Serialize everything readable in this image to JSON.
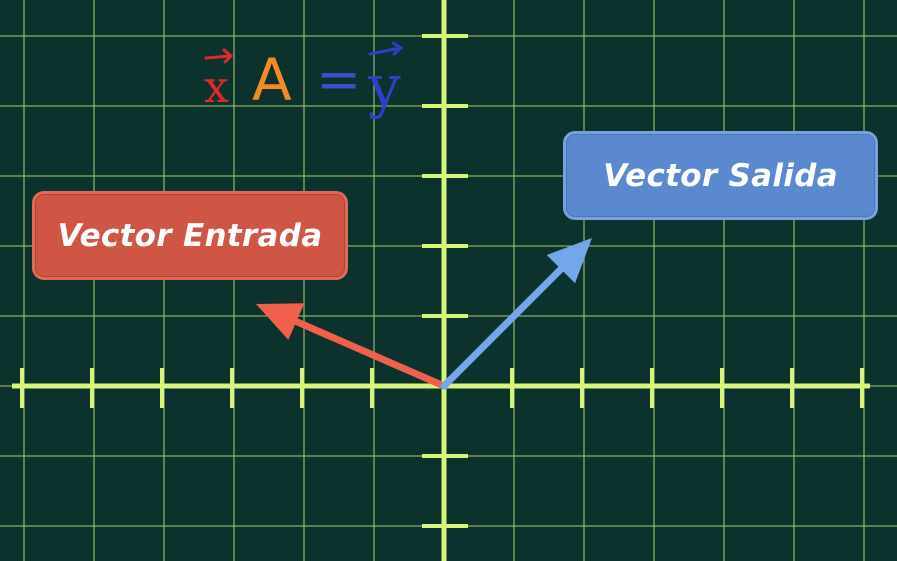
{
  "labels": {
    "input_vector": "Vector Entrada",
    "output_vector": "Vector Salida"
  },
  "equation": {
    "x": "x",
    "a": "A",
    "equals": "=",
    "y": "y"
  },
  "colors": {
    "background": "#0b322c",
    "grid_line": "#9fc36a",
    "axis": "#d6f57a",
    "input_vector": "#f0604c",
    "output_vector": "#74a6ea",
    "x_symbol": "#e02a2a",
    "a_symbol": "#f28a2a",
    "y_symbol": "#2f40c4"
  }
}
